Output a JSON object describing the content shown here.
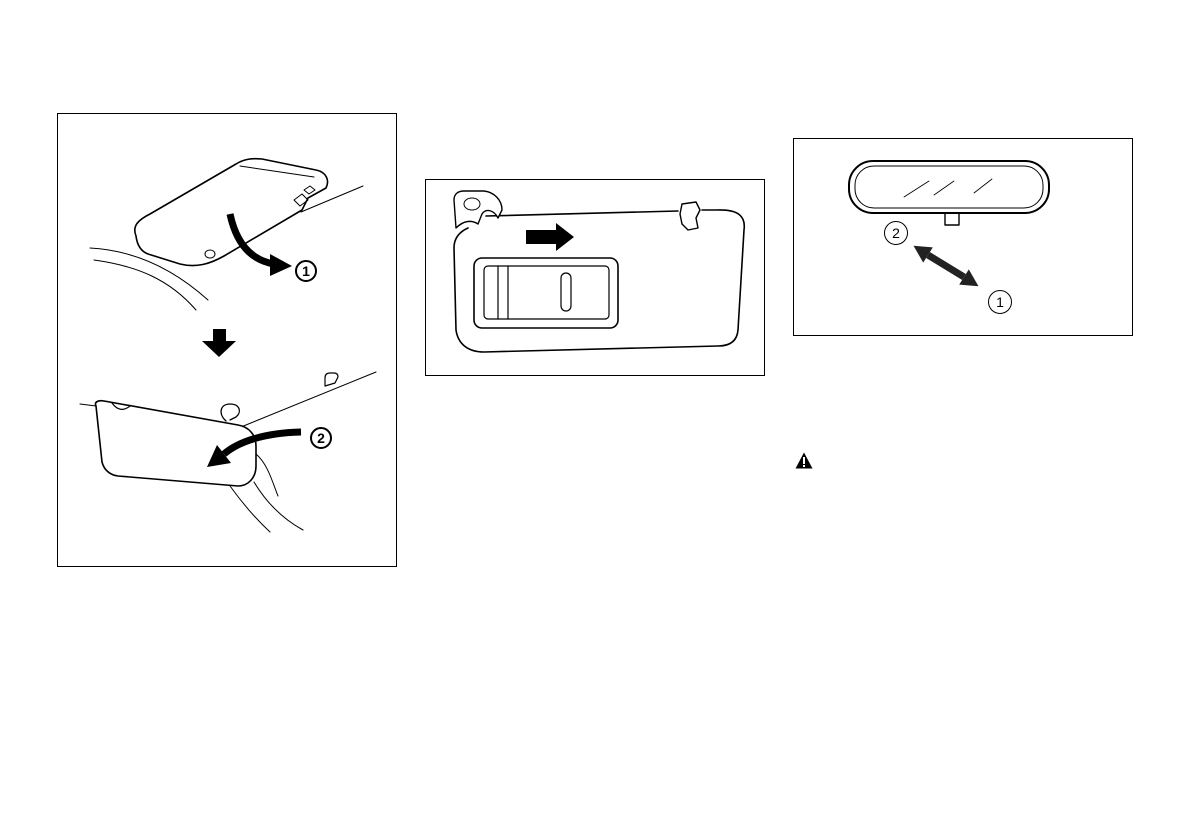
{
  "page": {
    "background": "#ffffff",
    "ink": "#000000"
  },
  "figures": {
    "sun_visor": {
      "callout_1": "1",
      "callout_2": "2",
      "icons": [
        "curved-arrow-icon",
        "down-arrow-icon"
      ]
    },
    "vanity_mirror": {
      "icons": [
        "right-arrow-icon"
      ]
    },
    "rearview_mirror": {
      "callout_2": "2",
      "callout_1": "1",
      "icons": [
        "double-arrow-icon"
      ]
    }
  },
  "warning": {
    "icon": "warning-icon"
  }
}
